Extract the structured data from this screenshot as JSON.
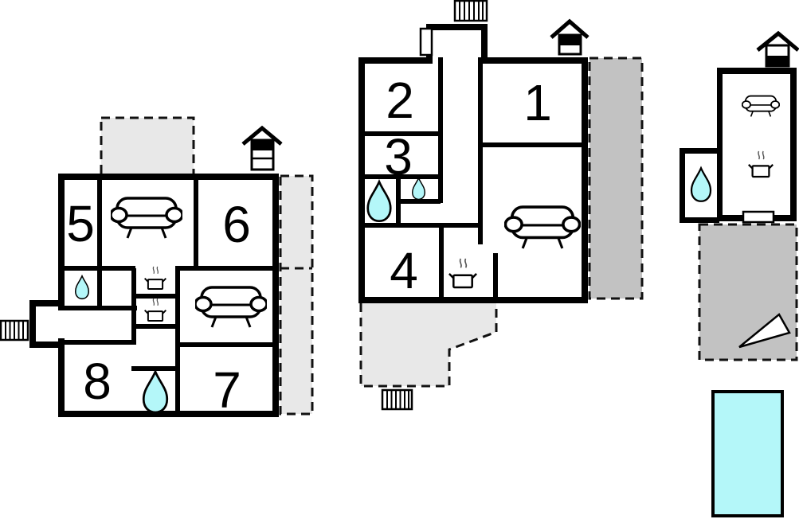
{
  "document": {
    "type": "floor-plan",
    "units_visible_text": [
      "1",
      "2",
      "3",
      "4",
      "5",
      "6",
      "7",
      "8"
    ]
  },
  "colors": {
    "wall": "#000000",
    "background": "#ffffff",
    "water_cyan": "#b4f7f9",
    "terrace_light": "#e8e8e8",
    "terrace_dark": "#c2c2c2"
  },
  "buildings": {
    "left": {
      "rooms": [
        {
          "label": "5"
        },
        {
          "label": "6"
        },
        {
          "label": "7"
        },
        {
          "label": "8"
        }
      ],
      "features": [
        "sofa",
        "sofa",
        "stove",
        "stove",
        "bath-drop-small",
        "bath-drop-large",
        "chimney",
        "entry-stairs",
        "terrace-top",
        "terrace-right-upper",
        "terrace-right-lower",
        "entry-porch"
      ]
    },
    "middle": {
      "rooms": [
        {
          "label": "1"
        },
        {
          "label": "2"
        },
        {
          "label": "3"
        },
        {
          "label": "4"
        }
      ],
      "features": [
        "sofa",
        "stove",
        "bath-drop-large",
        "bath-drop-small",
        "chimney",
        "entry-porch-door",
        "entry-stairs-top",
        "terrace-right-dark",
        "terrace-bottom-light",
        "stairs-bottom"
      ]
    },
    "right": {
      "rooms": [],
      "features": [
        "sofa",
        "stove",
        "bath-drop-large",
        "chimney",
        "door-bottom",
        "terrace-dark-with-arrow"
      ]
    }
  },
  "pool": {
    "present": true,
    "fill": "#b4f7f9"
  },
  "icons": {
    "sofa": "sofa-icon",
    "stove": "stove-pot-icon",
    "bath": "water-drop-icon",
    "fireplace": "chimney-icon",
    "stairs": "stairs-ladder-icon",
    "direction": "triangle-arrow-icon",
    "pool": "swimming-pool"
  }
}
